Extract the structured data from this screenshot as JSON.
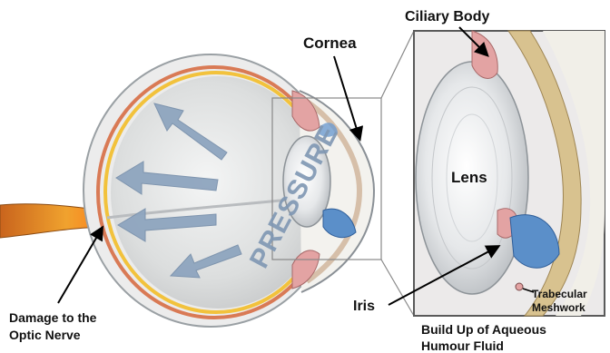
{
  "labels": {
    "cornea": "Cornea",
    "ciliary_body": "Ciliary Body",
    "lens": "Lens",
    "iris": "Iris",
    "trabecular_line1": "Trabecular",
    "trabecular_line2": "Meshwork",
    "damage_line1": "Damage to the",
    "damage_line2": "Optic Nerve",
    "buildup_line1": "Build Up of Aqueous",
    "buildup_line2": "Humour Fluid",
    "pressure": "PRESSURE"
  },
  "colors": {
    "sclera": "#e9eaea",
    "retina": "#f2c23c",
    "choroid": "#d97a55",
    "vitreous": "#e4e5e6",
    "arrow": "#8ea5bf",
    "aqueous": "#5b8fc9",
    "optic_nerve": "#e5952b",
    "ciliary": "#e3a3a3"
  }
}
